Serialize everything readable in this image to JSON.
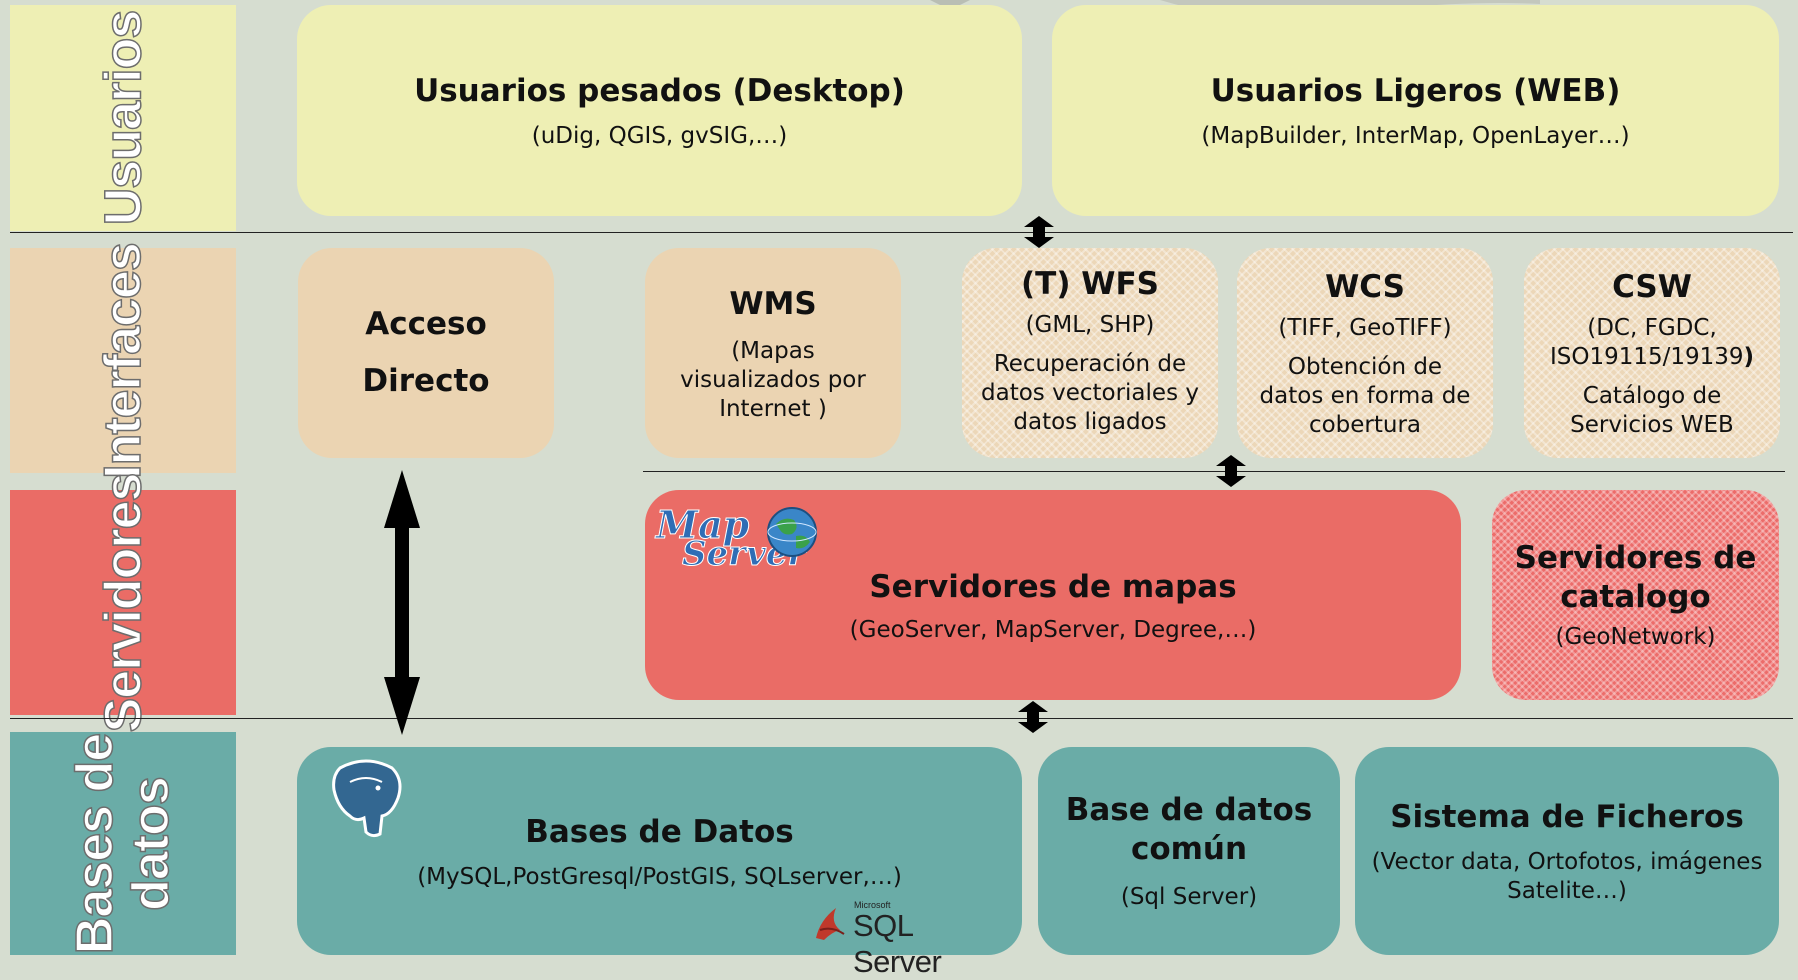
{
  "bands": {
    "usuarios": "Usuarios",
    "interfaces": "Interfaces",
    "servidores": "Servidores",
    "bases_line1": "Bases de",
    "bases_line2": "datos"
  },
  "usuarios": {
    "desktop": {
      "title": "Usuarios pesados (Desktop)",
      "sub": "(uDig, QGIS, gvSIG,…)"
    },
    "web": {
      "title": "Usuarios Ligeros (WEB)",
      "sub": "(MapBuilder, InterMap, OpenLayer…)"
    }
  },
  "interfaces": {
    "acceso": {
      "line1": "Acceso",
      "line2": "Directo"
    },
    "wms": {
      "title": "WMS",
      "sub": "(Mapas visualizados por Internet )"
    },
    "wfs": {
      "title": "(T) WFS",
      "sub1": "(GML, SHP)",
      "sub2": "Recuperación de datos vectoriales y datos ligados"
    },
    "wcs": {
      "title": "WCS",
      "sub1": "(TIFF, GeoTIFF)",
      "sub2": "Obtención de datos en forma de cobertura"
    },
    "csw": {
      "title": "CSW",
      "sub1": "(DC, FGDC, ISO19115/19139",
      "sub1_bold": ")",
      "sub2": "Catálogo de Servicios WEB"
    }
  },
  "servidores": {
    "mapas": {
      "title": "Servidores de mapas",
      "sub": "(GeoServer, MapServer, Degree,…)",
      "logo_line1": "Map",
      "logo_line2": "Server"
    },
    "catalogo": {
      "title": "Servidores de catalogo",
      "sub": "(GeoNetwork)"
    }
  },
  "bases": {
    "datos": {
      "title": "Bases de Datos",
      "sub": "(MySQL,PostGresql/PostGIS, SQLserver,…)",
      "sql_small": "Microsoft",
      "sql_big": "SQL Server"
    },
    "comun": {
      "title": "Base de datos común",
      "sub": "(Sql Server)"
    },
    "ficheros": {
      "title": "Sistema de Ficheros",
      "sub": "(Vector data, Ortofotos, imágenes Satelite…)"
    }
  }
}
